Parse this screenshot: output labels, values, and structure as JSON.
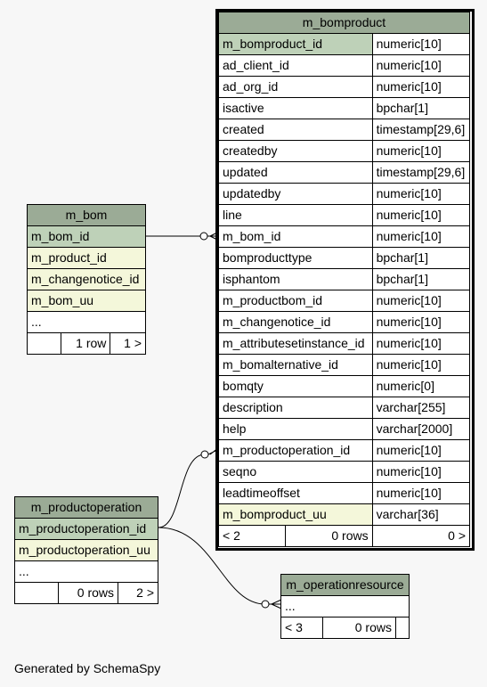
{
  "tables": {
    "m_bomproduct": {
      "name": "m_bomproduct",
      "columns": [
        {
          "name": "m_bomproduct_id",
          "type": "numeric[10]",
          "kind": "pk"
        },
        {
          "name": "ad_client_id",
          "type": "numeric[10]",
          "kind": ""
        },
        {
          "name": "ad_org_id",
          "type": "numeric[10]",
          "kind": ""
        },
        {
          "name": "isactive",
          "type": "bpchar[1]",
          "kind": ""
        },
        {
          "name": "created",
          "type": "timestamp[29,6]",
          "kind": ""
        },
        {
          "name": "createdby",
          "type": "numeric[10]",
          "kind": ""
        },
        {
          "name": "updated",
          "type": "timestamp[29,6]",
          "kind": ""
        },
        {
          "name": "updatedby",
          "type": "numeric[10]",
          "kind": ""
        },
        {
          "name": "line",
          "type": "numeric[10]",
          "kind": ""
        },
        {
          "name": "m_bom_id",
          "type": "numeric[10]",
          "kind": ""
        },
        {
          "name": "bomproducttype",
          "type": "bpchar[1]",
          "kind": ""
        },
        {
          "name": "isphantom",
          "type": "bpchar[1]",
          "kind": ""
        },
        {
          "name": "m_productbom_id",
          "type": "numeric[10]",
          "kind": ""
        },
        {
          "name": "m_changenotice_id",
          "type": "numeric[10]",
          "kind": ""
        },
        {
          "name": "m_attributesetinstance_id",
          "type": "numeric[10]",
          "kind": ""
        },
        {
          "name": "m_bomalternative_id",
          "type": "numeric[10]",
          "kind": ""
        },
        {
          "name": "bomqty",
          "type": "numeric[0]",
          "kind": ""
        },
        {
          "name": "description",
          "type": "varchar[255]",
          "kind": ""
        },
        {
          "name": "help",
          "type": "varchar[2000]",
          "kind": ""
        },
        {
          "name": "m_productoperation_id",
          "type": "numeric[10]",
          "kind": ""
        },
        {
          "name": "seqno",
          "type": "numeric[10]",
          "kind": ""
        },
        {
          "name": "leadtimeoffset",
          "type": "numeric[10]",
          "kind": ""
        },
        {
          "name": "m_bomproduct_uu",
          "type": "varchar[36]",
          "kind": "fk"
        }
      ],
      "footer": {
        "parents": "< 2",
        "rows": "0 rows",
        "children": "0 >"
      }
    },
    "m_bom": {
      "name": "m_bom",
      "columns": [
        {
          "name": "m_bom_id",
          "kind": "pk"
        },
        {
          "name": "m_product_id",
          "kind": "fk"
        },
        {
          "name": "m_changenotice_id",
          "kind": "fk"
        },
        {
          "name": "m_bom_uu",
          "kind": "fk"
        },
        {
          "name": "...",
          "kind": ""
        }
      ],
      "footer": {
        "parents": "",
        "rows": "1 row",
        "children": "1 >"
      }
    },
    "m_productoperation": {
      "name": "m_productoperation",
      "columns": [
        {
          "name": "m_productoperation_id",
          "kind": "pk"
        },
        {
          "name": "m_productoperation_uu",
          "kind": "fk"
        },
        {
          "name": "...",
          "kind": ""
        }
      ],
      "footer": {
        "parents": "",
        "rows": "0 rows",
        "children": "2 >"
      }
    },
    "m_operationresource": {
      "name": "m_operationresource",
      "columns": [
        {
          "name": "...",
          "kind": ""
        }
      ],
      "footer": {
        "parents": "< 3",
        "rows": "0 rows",
        "children": ""
      }
    }
  },
  "generated_by": "Generated by SchemaSpy",
  "colors": {
    "header": "#9bab96",
    "primary_key": "#bed1b8",
    "foreign_key": "#f4f7da",
    "background": "#f7f7f7"
  }
}
